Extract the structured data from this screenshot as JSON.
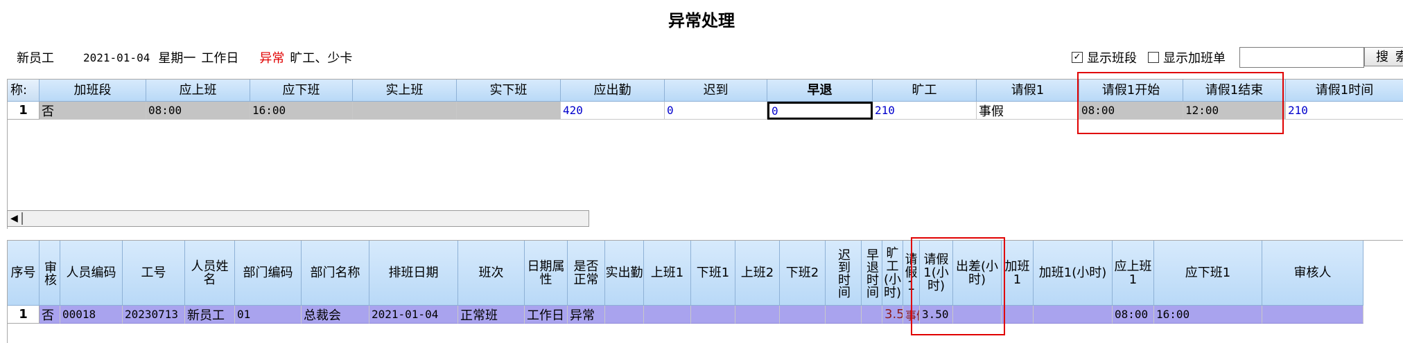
{
  "window": {
    "title": "异常处理"
  },
  "info": {
    "employee": "新员工",
    "date": "2021-01-04",
    "weekday": "星期一",
    "day_type": "工作日",
    "status": "异常",
    "reasons": "旷工、少卡"
  },
  "options": {
    "show_shift": {
      "label": "显示班段",
      "checked": true,
      "mark": "✓"
    },
    "show_overtime": {
      "label": "显示加班单",
      "checked": false
    },
    "search_value": "",
    "search_label": "搜索"
  },
  "top_grid": {
    "corner_label": "称:",
    "columns": [
      "加班段",
      "应上班",
      "应下班",
      "实上班",
      "实下班",
      "应出勤",
      "迟到",
      "早退",
      "旷工",
      "请假1",
      "请假1开始",
      "请假1结束",
      "请假1时间"
    ],
    "row_number": "1",
    "row": [
      "否",
      "08:00",
      "16:00",
      "",
      "",
      "420",
      "0",
      "0",
      "210",
      "事假",
      "08:00",
      "12:00",
      "210"
    ]
  },
  "bottom_grid": {
    "columns": [
      "序号",
      "审核",
      "人员编码",
      "工号",
      "人员姓名",
      "部门编码",
      "部门名称",
      "排班日期",
      "班次",
      "日期属性",
      "是否正常",
      "实出勤",
      "上班1",
      "下班1",
      "上班2",
      "下班2",
      "迟到时间",
      "早退时间",
      "旷工(小时)",
      "请假1",
      "请假1(小时)",
      "出差(小时)",
      "加班1",
      "加班1(小时)",
      "应上班1",
      "应下班1",
      "审核人"
    ],
    "row_number": "1",
    "row": [
      "否",
      "00018",
      "20230713",
      "新员工",
      "01",
      "总裁会",
      "2021-01-04",
      "正常班",
      "工作日",
      "异常",
      "",
      "",
      "",
      "",
      "",
      "",
      "",
      "3.50",
      "事假",
      "3.50",
      "",
      "",
      "",
      "08:00",
      "16:00",
      ""
    ]
  },
  "colors": {
    "accent_red": "#e00000",
    "status_red": "#e00000",
    "number_blue": "#0000cc",
    "bottom_row": "#a9a3ee",
    "top_row_gray": "#c4c4c4"
  }
}
